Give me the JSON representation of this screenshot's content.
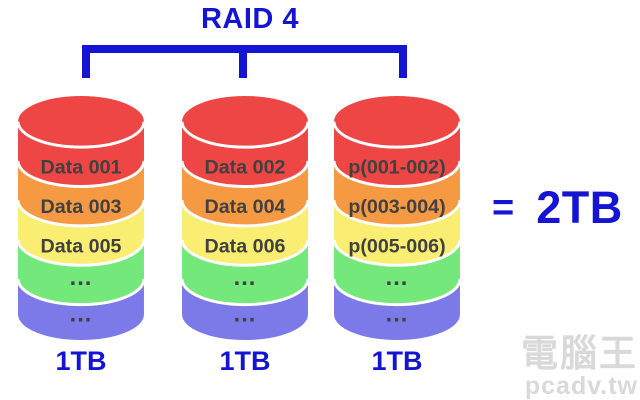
{
  "title": "RAID 4",
  "equals_label": "=",
  "total_label": "2TB",
  "colors": {
    "accent_blue": "#1414d2",
    "band_red": "#ee4545",
    "band_orange": "#f59a43",
    "band_yellow": "#f9ee72",
    "band_green": "#75e87c",
    "band_periwinkle": "#7c7ae8",
    "band_text": "#414141",
    "watermark_gray": "#d9d9d9"
  },
  "disks": [
    {
      "capacity": "1TB",
      "segments": [
        "Data 001",
        "Data 003",
        "Data 005",
        "...",
        "..."
      ]
    },
    {
      "capacity": "1TB",
      "segments": [
        "Data 002",
        "Data 004",
        "Data 006",
        "...",
        "..."
      ]
    },
    {
      "capacity": "1TB",
      "segments": [
        "p(001-002)",
        "p(003-004)",
        "p(005-006)",
        "...",
        "..."
      ]
    }
  ],
  "watermark": {
    "logo": "電腦王",
    "site": "pcadv.tw"
  }
}
